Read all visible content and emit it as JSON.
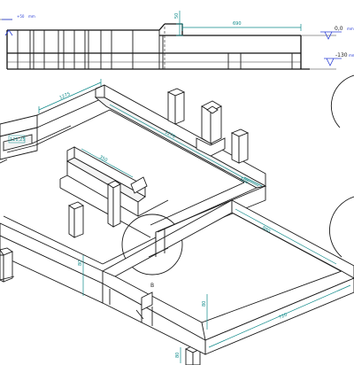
{
  "elevation": {
    "level_top": "+50",
    "level_top_unit": "mm",
    "level_zero": "0,0",
    "level_zero_unit": "mm",
    "level_bottom": "-130",
    "level_bottom_unit": "mm",
    "dim_top_height": "50",
    "dim_right_length": "690"
  },
  "isometric": {
    "dim_left_wing": "1275",
    "dim_left_wing_width": "121,25",
    "dim_main_top": "1270",
    "dim_main_top_right": "500",
    "dim_inner_block": "350",
    "dim_lower_right_top": "880",
    "dim_lower_right_bottom": "720",
    "dim_height_left": "80",
    "dim_height_front": "80",
    "dim_height_lower": "80",
    "label_b": "B"
  },
  "colors": {
    "line": "#1a1a1a",
    "dimension": "#0f8a8a",
    "level": "#2b3fd6"
  }
}
